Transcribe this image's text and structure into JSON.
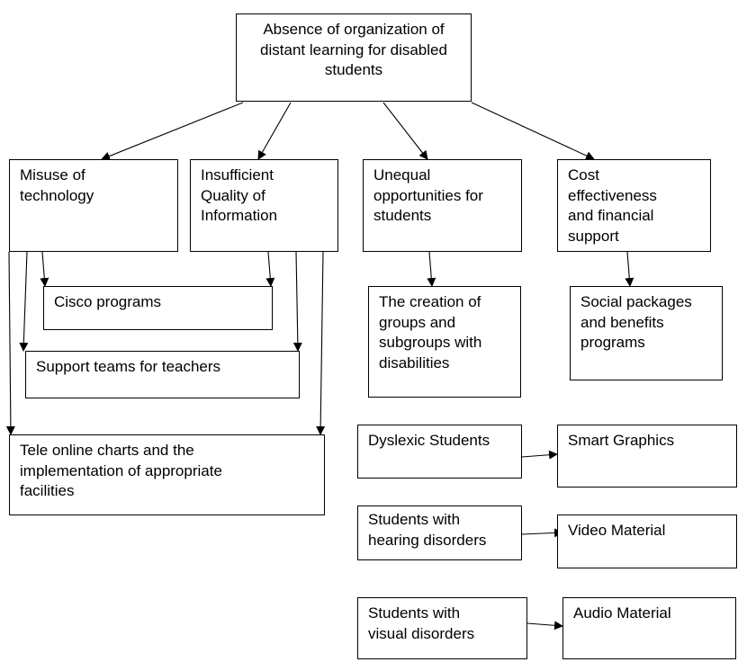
{
  "diagram": {
    "type": "hierarchy",
    "root": {
      "id": "root",
      "label": "Absence of organization of distant learning for disabled students"
    },
    "nodes": [
      {
        "id": "misuse",
        "label": "Misuse of technology"
      },
      {
        "id": "insufficient",
        "label": "Insufficient Quality of Information"
      },
      {
        "id": "unequal",
        "label": "Unequal opportunities for students"
      },
      {
        "id": "cost",
        "label": "Cost effectiveness and financial support"
      },
      {
        "id": "cisco",
        "label": "Cisco programs"
      },
      {
        "id": "support",
        "label": "Support teams for teachers"
      },
      {
        "id": "tele",
        "label": "Tele online charts and the implementation of appropriate facilities"
      },
      {
        "id": "creation",
        "label": "The creation of groups and subgroups with disabilities"
      },
      {
        "id": "social",
        "label": "Social packages and benefits programs"
      },
      {
        "id": "dyslexic",
        "label": "Dyslexic Students"
      },
      {
        "id": "smart",
        "label": "Smart Graphics"
      },
      {
        "id": "hearing",
        "label": "Students with hearing disorders"
      },
      {
        "id": "video",
        "label": "Video Material"
      },
      {
        "id": "visual",
        "label": "Students with visual disorders"
      },
      {
        "id": "audio",
        "label": "Audio Material"
      }
    ],
    "edges": [
      {
        "from": "root",
        "to": "misuse"
      },
      {
        "from": "root",
        "to": "insufficient"
      },
      {
        "from": "root",
        "to": "unequal"
      },
      {
        "from": "root",
        "to": "cost"
      },
      {
        "from": "misuse",
        "to": "cisco"
      },
      {
        "from": "misuse",
        "to": "support"
      },
      {
        "from": "misuse",
        "to": "tele"
      },
      {
        "from": "insufficient",
        "to": "cisco"
      },
      {
        "from": "insufficient",
        "to": "support"
      },
      {
        "from": "insufficient",
        "to": "tele"
      },
      {
        "from": "unequal",
        "to": "creation"
      },
      {
        "from": "cost",
        "to": "social"
      },
      {
        "from": "dyslexic",
        "to": "smart"
      },
      {
        "from": "hearing",
        "to": "video"
      },
      {
        "from": "visual",
        "to": "audio"
      }
    ]
  }
}
